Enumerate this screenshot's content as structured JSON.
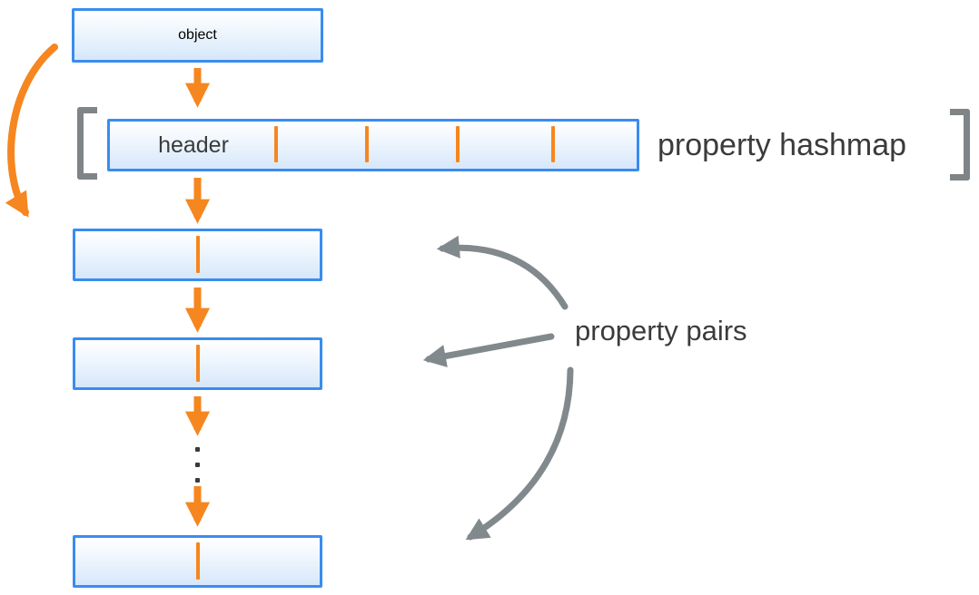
{
  "diagram": {
    "object_node": {
      "label": "object"
    },
    "hashmap": {
      "header_label": "header",
      "caption": "property hashmap",
      "slot_divider_count": 4,
      "slot_count": 5
    },
    "property_pairs": {
      "caption": "property pairs",
      "visible_pair_boxes": 3,
      "ellipsis_dot_count": 3
    },
    "colors": {
      "box_border_blue": "#3a8cf0",
      "box_fill_top": "#ffffff",
      "box_fill_bottom": "#d6e7fa",
      "orange_accent": "#f6861f",
      "gray_arrow": "#82898d",
      "bracket_gray": "#7f8487",
      "text_dark": "#3b3b3b"
    }
  }
}
